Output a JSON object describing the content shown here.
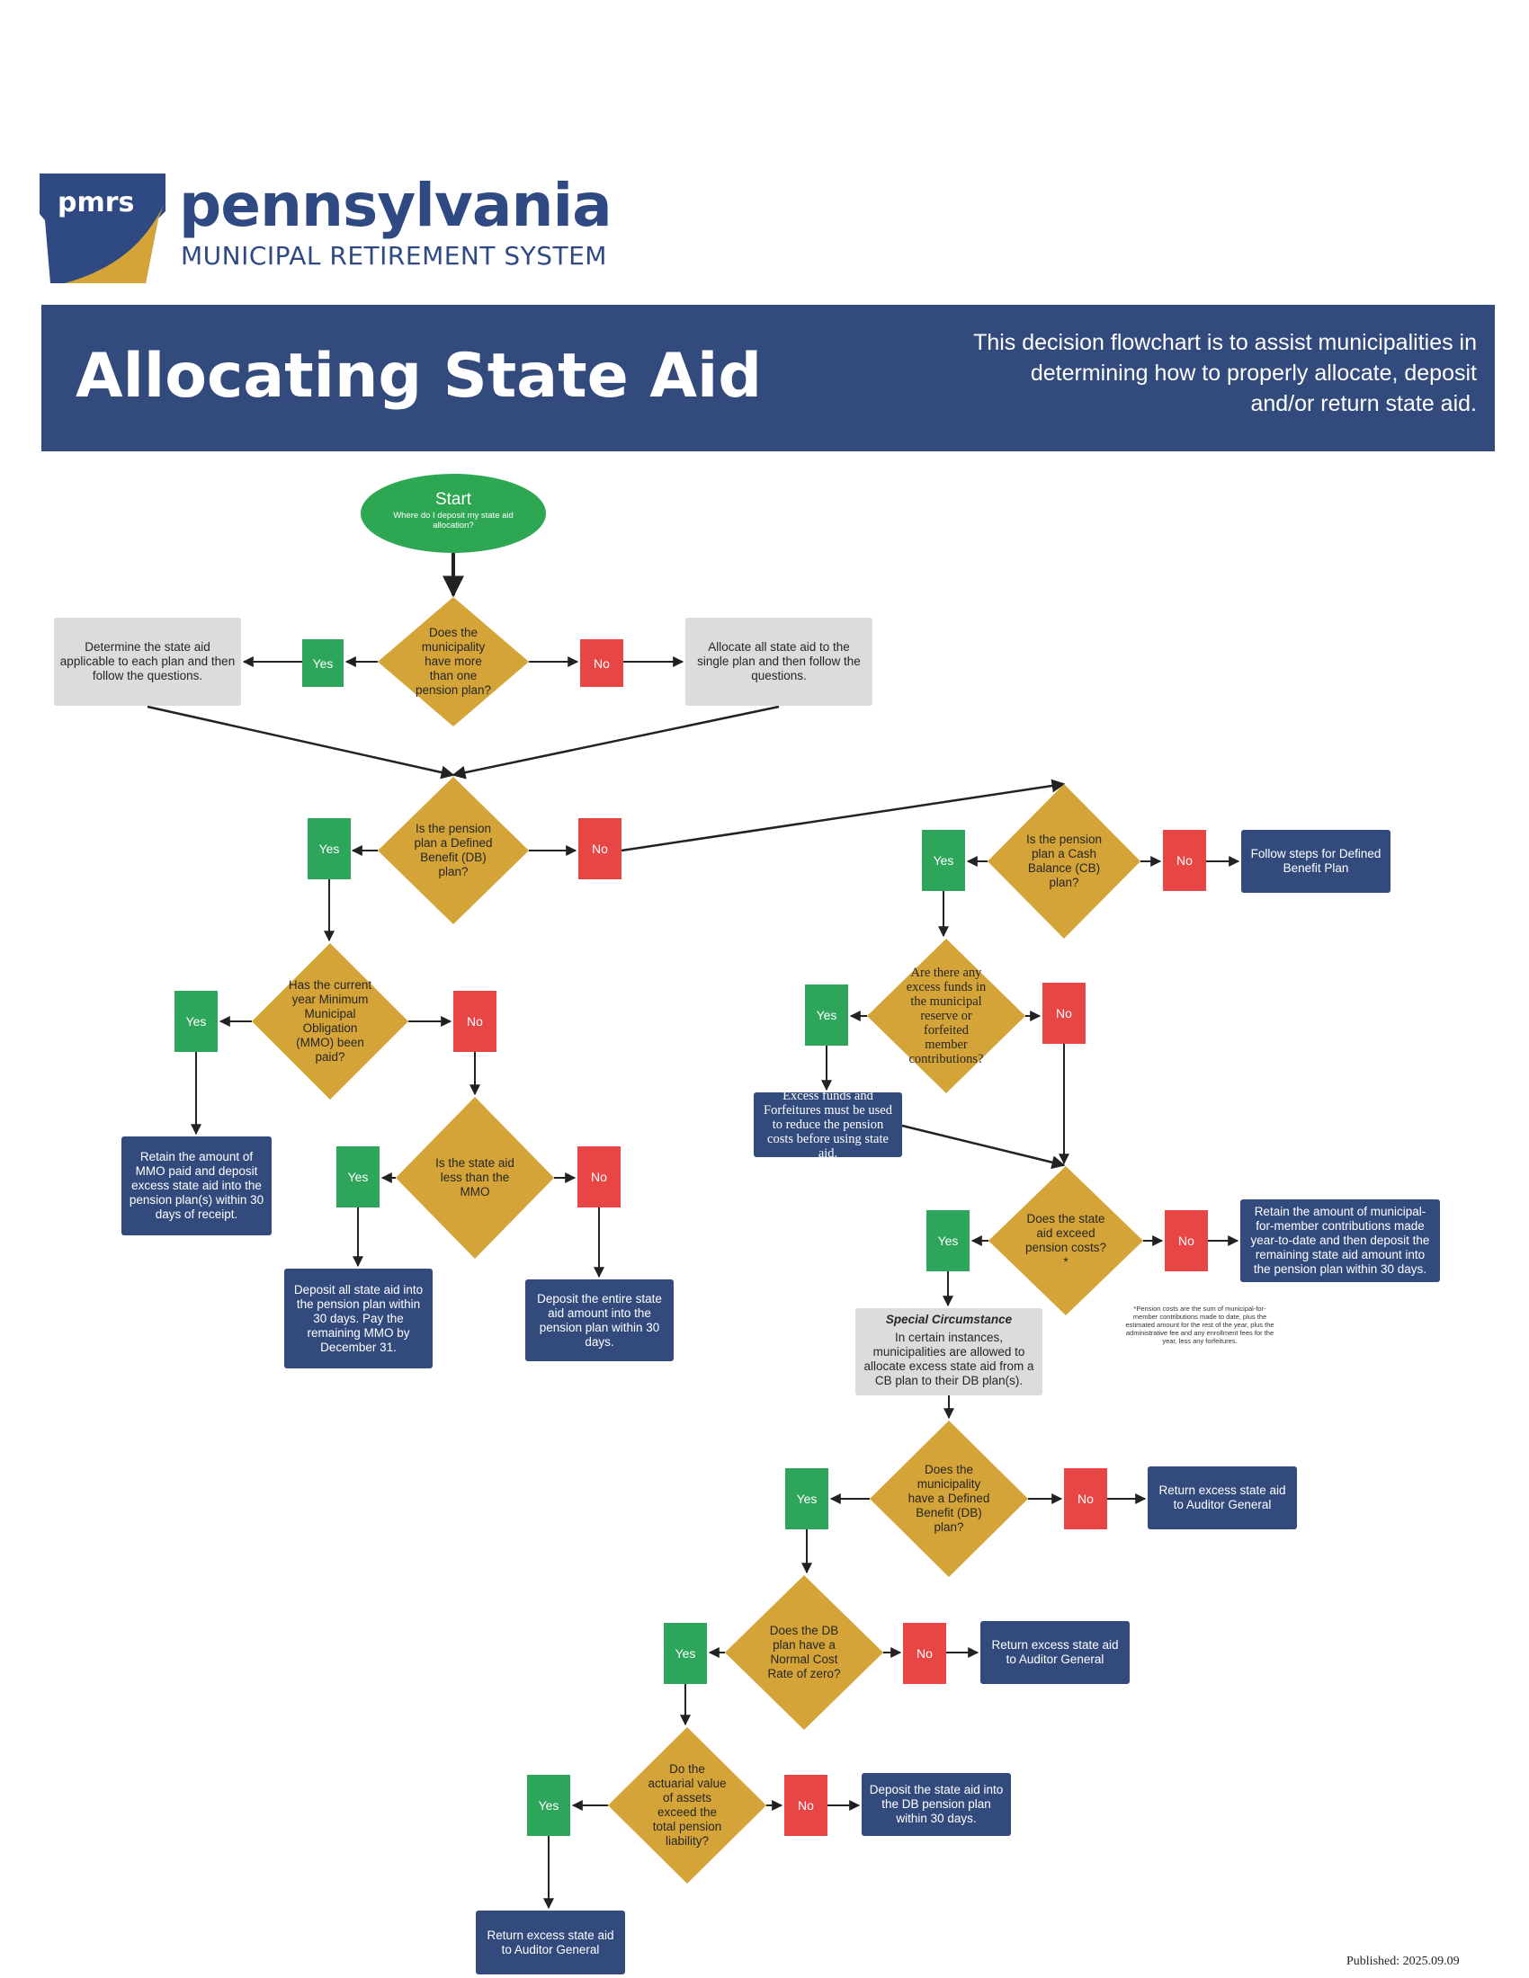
{
  "logo": {
    "mark": "pmrs",
    "name": "pennsylvania",
    "subtitle": "MUNICIPAL RETIREMENT SYSTEM",
    "icon": "keystone-logo-icon"
  },
  "banner": {
    "title": "Allocating State Aid",
    "description": "This decision flowchart is to assist municipalities in determining how to properly allocate, deposit and/or return state aid."
  },
  "colors": {
    "navy": "#334a7d",
    "gold": "#d4a438",
    "green": "#2da55a",
    "red": "#e84545",
    "gray": "#dcdcdc",
    "start_green": "#2ea753"
  },
  "labels": {
    "yes": "Yes",
    "no": "No"
  },
  "flowchart": {
    "start": {
      "title": "Start",
      "subtitle": "Where do I deposit my state aid allocation?"
    },
    "q_multiple_plans": "Does the municipality have more than one pension plan?",
    "a_determine_each": "Determine the state aid applicable to each plan and then follow the questions.",
    "a_allocate_single": "Allocate all state aid to the single plan and then follow the questions.",
    "q_defined_benefit": "Is the pension plan a Defined Benefit (DB) plan?",
    "q_mmo_paid": "Has the current year Minimum Municipal Obligation (MMO) been paid?",
    "a_retain_mmo": "Retain the amount of MMO paid and deposit excess state aid into the pension plan(s) within 30 days of receipt.",
    "q_less_than_mmo": "Is the state aid less than the MMO",
    "a_deposit_all_pay_mmo": "Deposit all state aid into the pension plan within 30 days. Pay the remaining MMO by December 31.",
    "a_deposit_entire": "Deposit the entire state aid amount into the pension plan within 30 days.",
    "q_cash_balance": "Is the pension plan a Cash Balance (CB) plan?",
    "a_follow_db_steps": "Follow steps for Defined Benefit Plan",
    "q_excess_funds": "Are there any excess funds in the municipal reserve or forfeited member contributions?",
    "a_excess_reduce": "Excess funds and Forfeitures must be used to reduce the pension costs before using state aid.",
    "q_exceed_costs": "Does the state aid exceed pension costs?*",
    "a_retain_contrib": "Retain the amount of municipal-for-member contributions made year-to-date and then deposit the remaining state aid amount into the pension plan within 30 days.",
    "footnote": "*Pension costs are the sum of municipal-for-member contributions made to date, plus the estimated amount for the rest of the year, plus the administrative fee and any enrollment fees for the year, less any forfeitures.",
    "special_title": "Special Circumstance",
    "special_body": "In certain instances, municipalities are allowed to allocate excess state aid from a CB plan to their DB plan(s).",
    "q_have_db": "Does the municipality have a Defined Benefit (DB) plan?",
    "a_return_1": "Return excess state aid to Auditor General",
    "q_normal_cost_zero": "Does the DB plan have a Normal Cost Rate of zero?",
    "a_return_2": "Return excess state aid to Auditor General",
    "q_actuarial": "Do the actuarial value of assets exceed the total pension liability?",
    "a_deposit_db": "Deposit the state aid into the DB pension plan within 30 days.",
    "a_return_3": "Return excess state aid to Auditor General"
  },
  "published": "Published: 2025.09.09"
}
